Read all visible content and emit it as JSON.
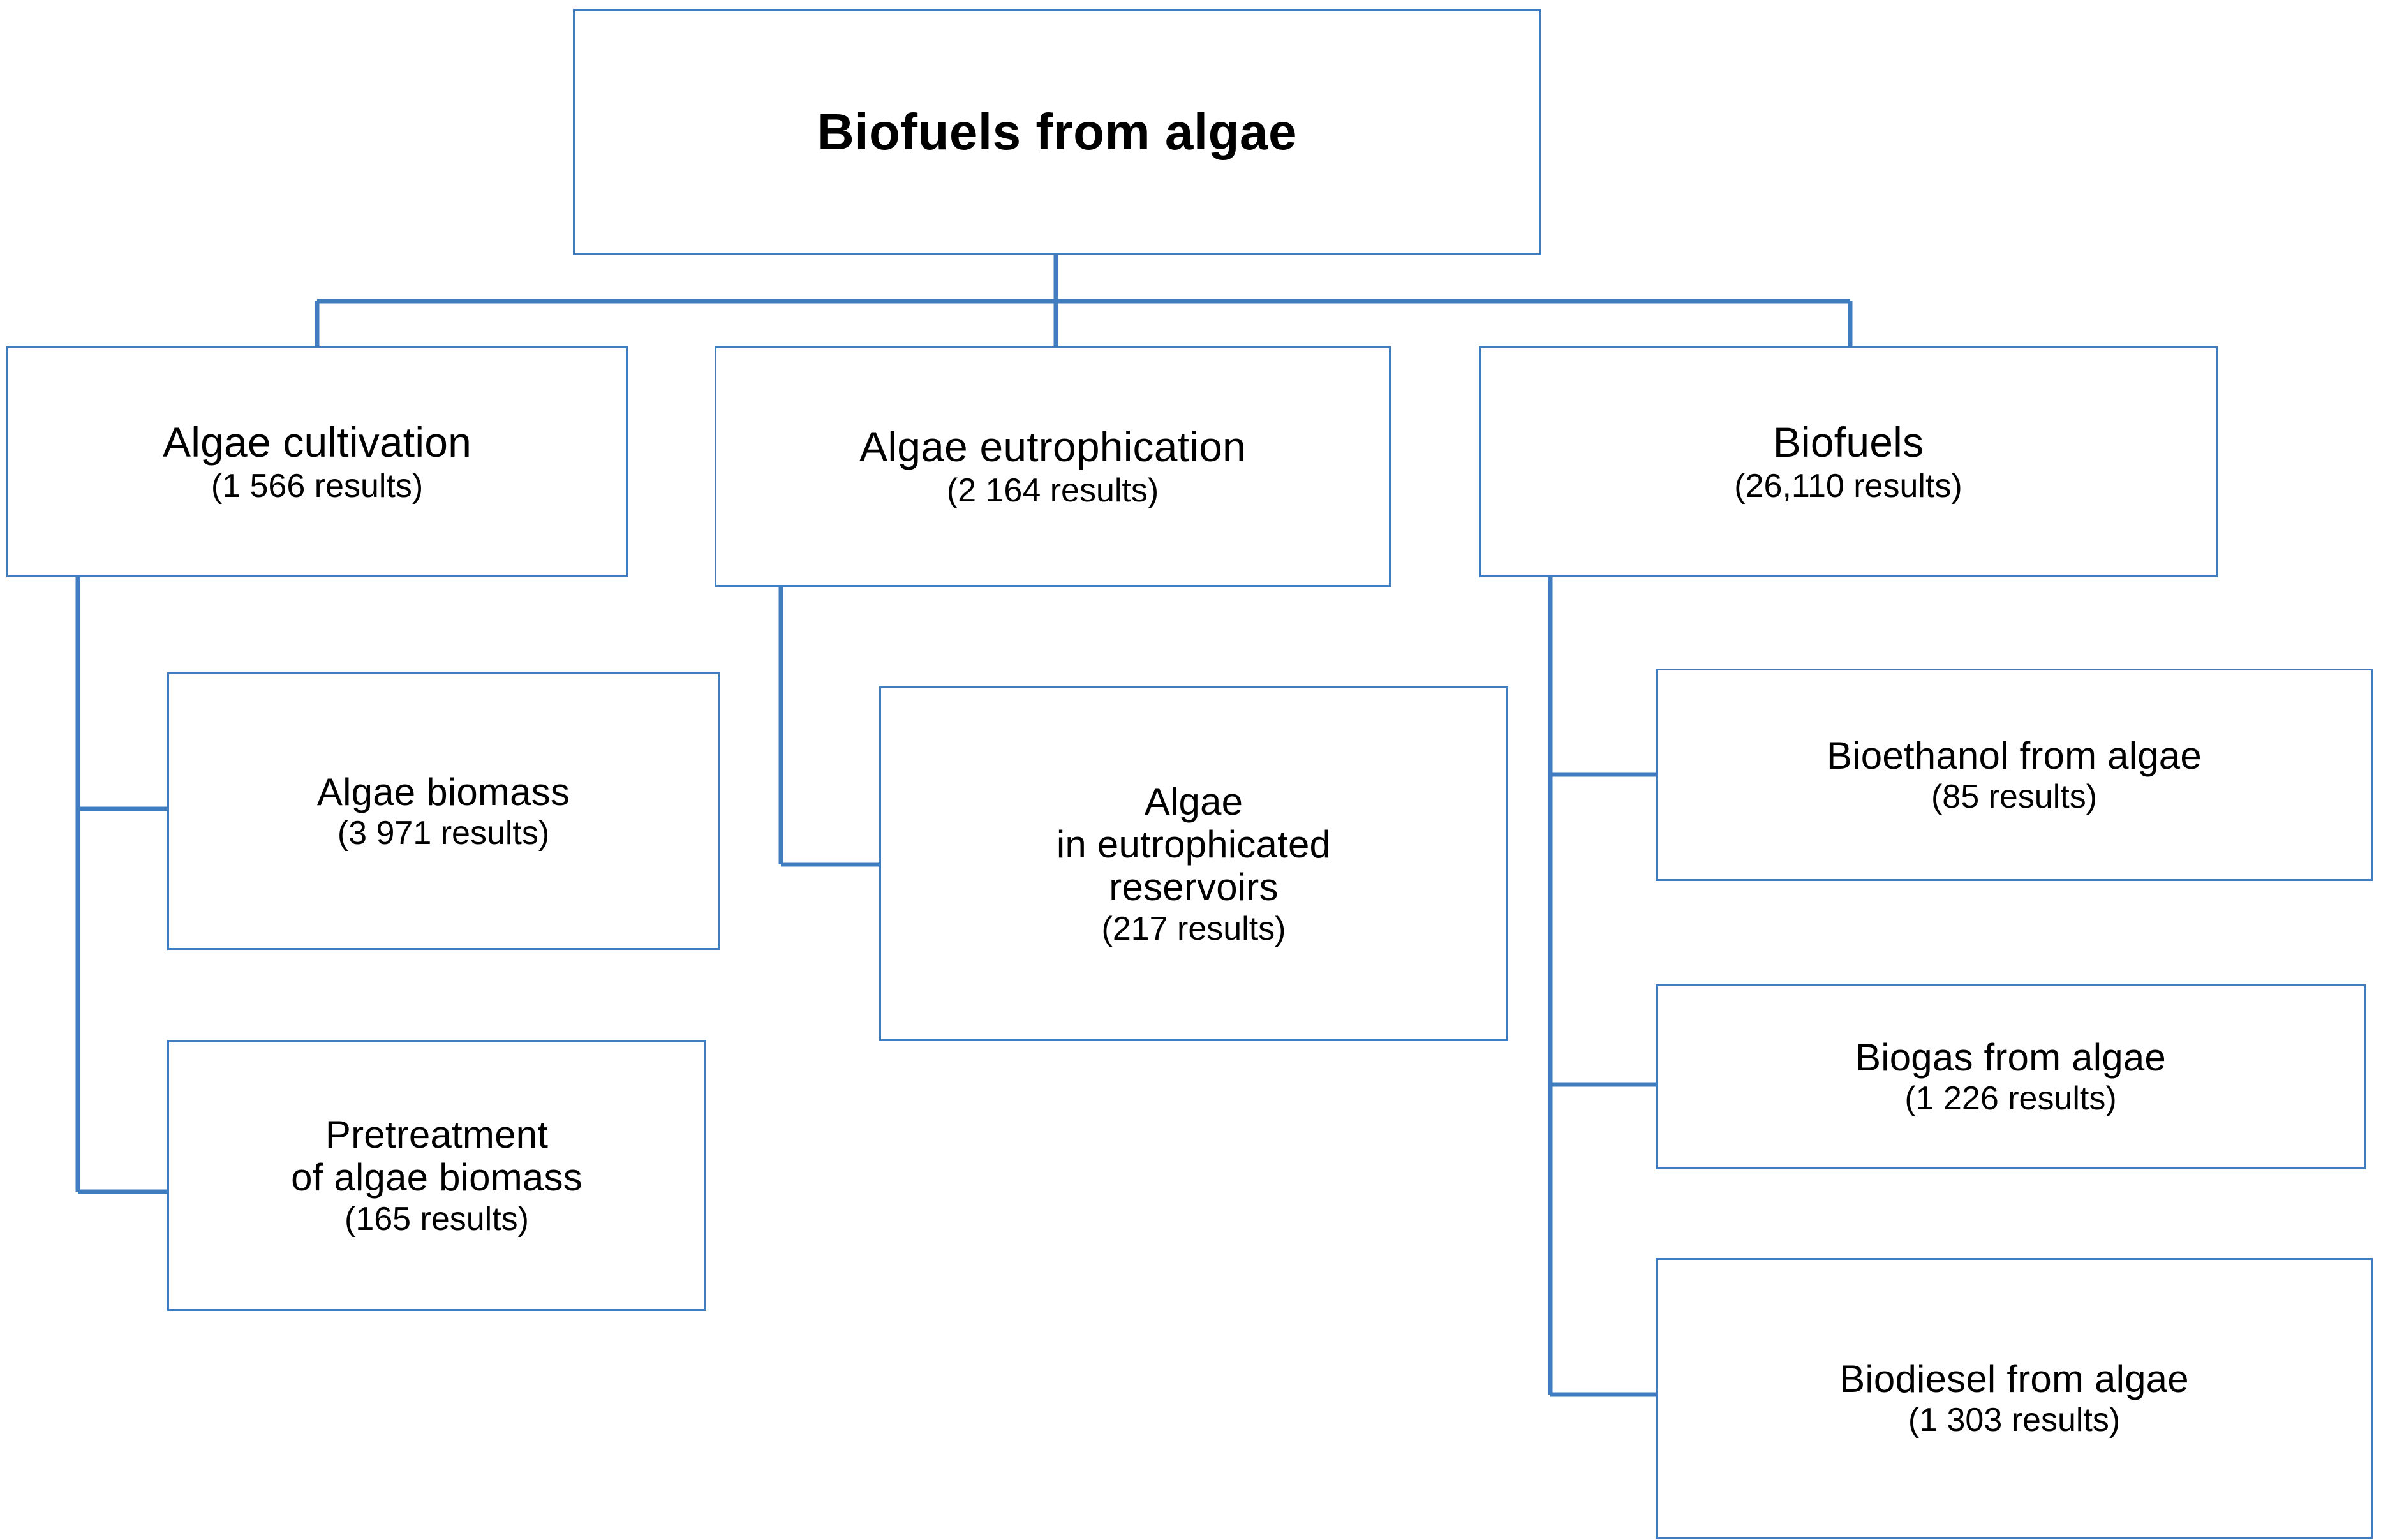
{
  "diagram": {
    "type": "tree",
    "orientation": "top-down",
    "line_color": "#3f7cc0",
    "box_fill": "#ffffff",
    "text_color": "#000000",
    "root": {
      "title": "Biofuels from algae",
      "count": ""
    },
    "level1": [
      {
        "id": "algae-cultivation",
        "title": "Algae  cultivation",
        "count": "(1 566 results)"
      },
      {
        "id": "algae-eutrophication",
        "title": "Algae  eutrophication",
        "count": "(2 164 results)"
      },
      {
        "id": "biofuels",
        "title": "Biofuels",
        "count": "(26,110 results)"
      }
    ],
    "level2": [
      {
        "id": "algae-biomass",
        "parent": "algae-cultivation",
        "title": "Algae biomass",
        "count": "(3 971 results)"
      },
      {
        "id": "pretreatment-of-algae-biomass",
        "parent": "algae-cultivation",
        "title": "Pretreatment\nof algae biomass",
        "count": "(165 results)"
      },
      {
        "id": "algae-in-eutrophicated-reservoirs",
        "parent": "algae-eutrophication",
        "title": "Algae\nin eutrophicated\nreservoirs",
        "count": "(217 results)"
      },
      {
        "id": "bioethanol-from-algae",
        "parent": "biofuels",
        "title": "Bioethanol from algae",
        "count": "(85 results)"
      },
      {
        "id": "biogas-from-algae",
        "parent": "biofuels",
        "title": "Biogas from algae",
        "count": "(1 226 results)"
      },
      {
        "id": "biodiesel-from-algae",
        "parent": "biofuels",
        "title": "Biodiesel from algae",
        "count": "(1 303 results)"
      }
    ]
  }
}
